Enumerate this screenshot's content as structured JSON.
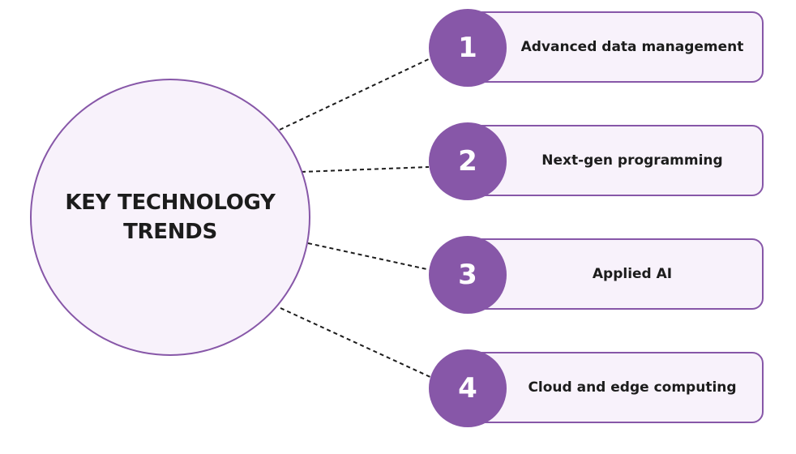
{
  "hub": {
    "title": "KEY TECHNOLOGY TRENDS"
  },
  "trends": [
    {
      "number": "1",
      "label": "Advanced data management"
    },
    {
      "number": "2",
      "label": "Next-gen programming"
    },
    {
      "number": "3",
      "label": "Applied AI"
    },
    {
      "number": "4",
      "label": "Cloud and edge computing"
    }
  ],
  "colors": {
    "accent": "#8757a8",
    "fill": "#f8f2fb",
    "text": "#1c1c1c",
    "connector": "#1c1c1c"
  }
}
